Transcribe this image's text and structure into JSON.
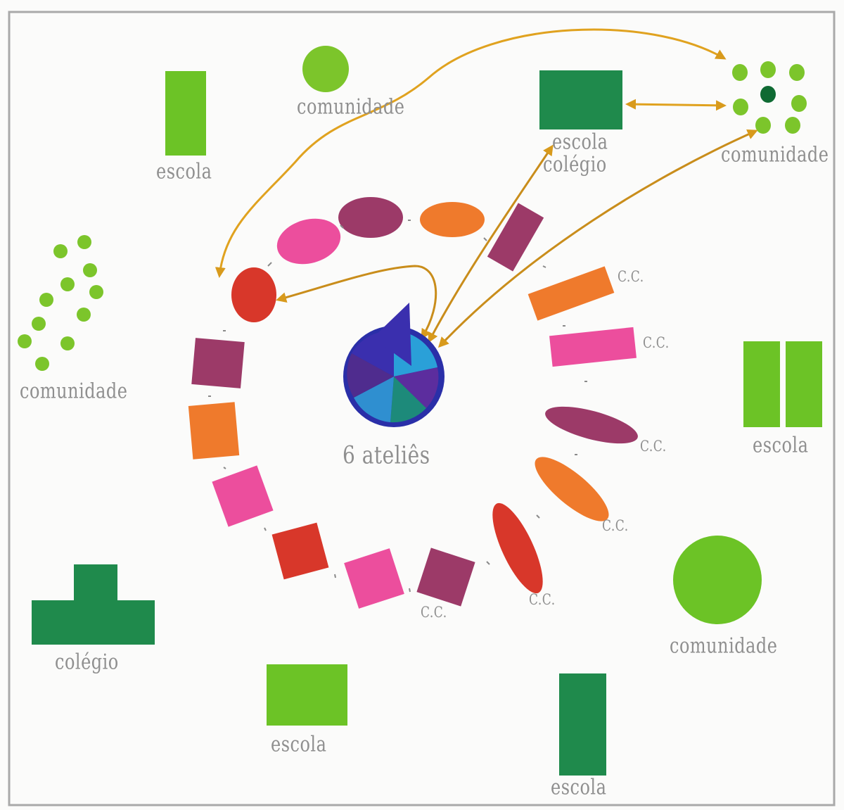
{
  "colors": {
    "school_dark": "#1f8a4c",
    "school_light": "#6cc326",
    "community": "#7cc52b",
    "community_center": "#0f6a33",
    "purple": "#9c3a68",
    "pink": "#ec4e9d",
    "orange": "#ef7a2c",
    "red": "#d8372a",
    "arrow": "#e0a21f",
    "hub_rim": "#2a2fa8",
    "hub_sectors": [
      "#3a2fae",
      "#5c2d9e",
      "#4f2c8e",
      "#2f8fd0",
      "#1d8a7a",
      "#2aa0d8"
    ]
  },
  "labels": {
    "escola_top_left": "escola",
    "comunidade_top": "comunidade",
    "escola_colegio_1": "escola",
    "escola_colegio_2": "colégio",
    "comunidade_top_right": "comunidade",
    "comunidade_left": "comunidade",
    "escola_right": "escola",
    "hub": "6 ateliês",
    "colegio_bottom_left": "colégio",
    "comunidade_bottom_right": "comunidade",
    "escola_bottom_center": "escola",
    "escola_bottom_right": "escola"
  },
  "cc_markers": [
    "C.C.",
    "C.C.",
    "C.C.",
    "C.C.",
    "C.C.",
    "C.C."
  ],
  "icons": [
    "school-block-icon",
    "community-circle-icon",
    "community-dots-icon",
    "atelier-hub-icon",
    "cultural-center-icon",
    "connection-arrow-icon"
  ]
}
